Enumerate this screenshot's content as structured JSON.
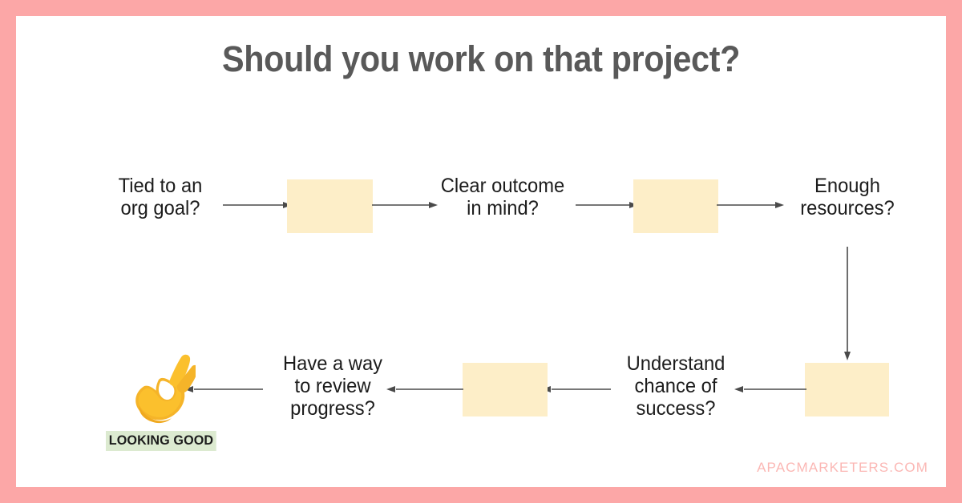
{
  "page": {
    "title": "Should you work on that project?",
    "frame_color": "#fca7a7",
    "background_color": "#ffffff",
    "title_color": "#595959"
  },
  "flow": {
    "decision_fill": "#fdeec8",
    "connector_color": "#4a4a4a",
    "steps": [
      {
        "id": "step-1",
        "label": "Tied to an\norg goal?"
      },
      {
        "id": "step-2",
        "label": "Clear outcome\nin mind?"
      },
      {
        "id": "step-3",
        "label": "Enough\nresources?"
      },
      {
        "id": "step-4",
        "label": "Understand\nchance of\nsuccess?"
      },
      {
        "id": "step-5",
        "label": "Have a way\nto review\nprogress?"
      }
    ],
    "decisions": [
      {
        "id": "decision-1"
      },
      {
        "id": "decision-2"
      },
      {
        "id": "decision-3"
      },
      {
        "id": "decision-4"
      }
    ]
  },
  "outcome": {
    "emoji_name": "ok-hand-emoji",
    "badge_label": "LOOKING GOOD",
    "badge_highlight_color": "#dcead0"
  },
  "footer": {
    "watermark": "APACMARKETERS.COM",
    "watermark_color": "#fbb7b4"
  }
}
